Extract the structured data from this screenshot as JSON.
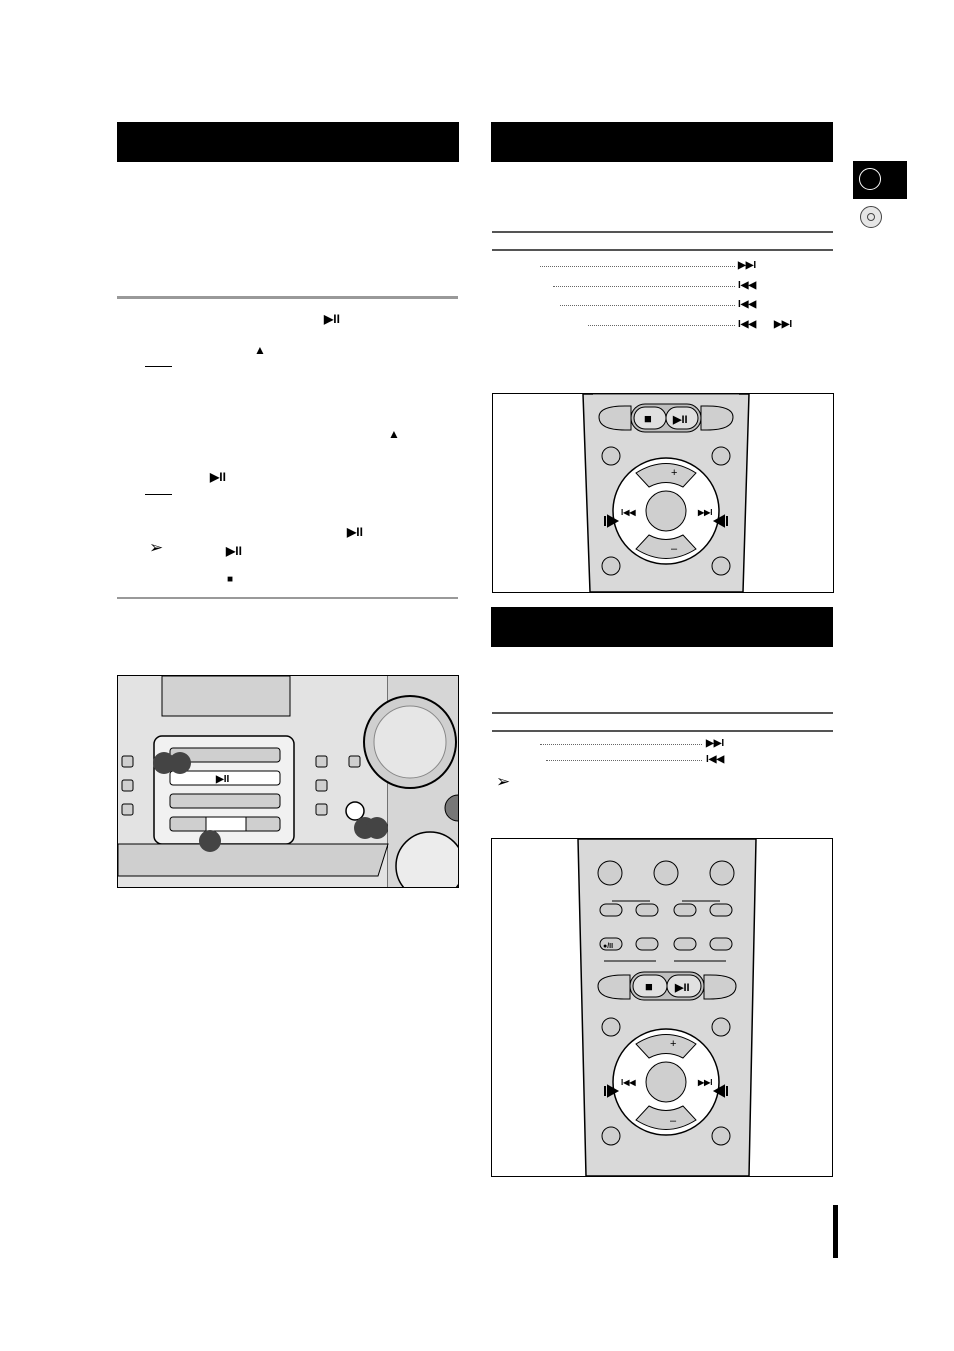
{
  "glyphs": {
    "play_pause": "▶II",
    "eject": "▲",
    "stop": "■",
    "next": "▶▶I",
    "prev": "I◀◀",
    "note_arrow": "➢",
    "or_sep": "",
    "plus": "+",
    "minus": "–",
    "rec_pause": "●/II"
  },
  "colors": {
    "header_bar": "#000000",
    "remote_body": "#d9d9d9",
    "button_grey": "#cfcfcf"
  },
  "icons": [
    "language-tab-circle-icon",
    "cd-disc-icon"
  ]
}
